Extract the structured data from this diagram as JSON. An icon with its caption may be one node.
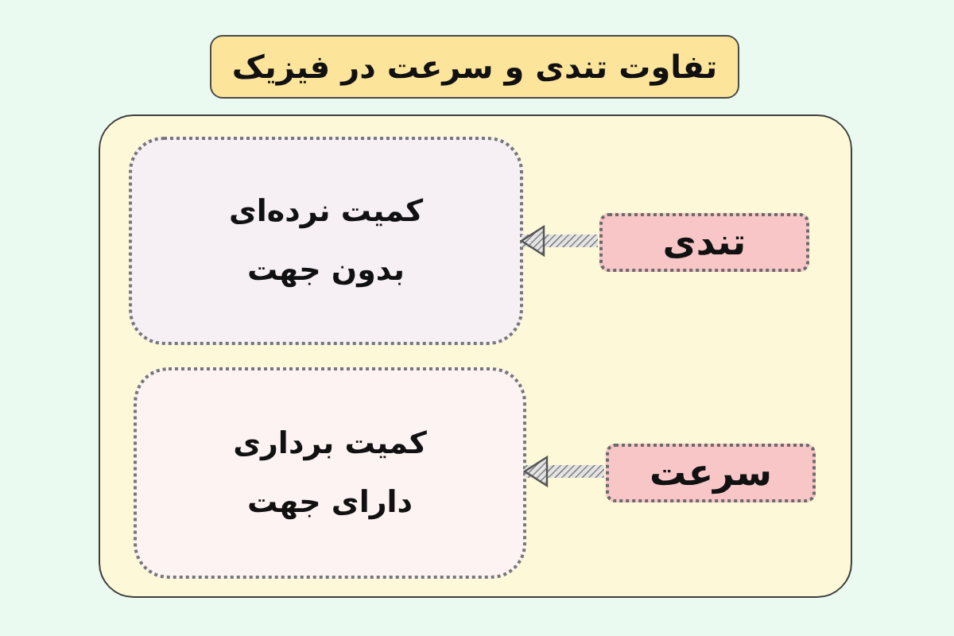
{
  "diagram": {
    "title": "تفاوت تندی و سرعت در فیزیک",
    "nodes": [
      {
        "text": [],
        "shape": "box"
      },
      {
        "text": [
          "تندی"
        ],
        "in": 0
      },
      {
        "text": [
          "کمیت نرده‌ای بدون جهت"
        ],
        "in": 0
      },
      {
        "text": [
          "سرعت"
        ],
        "in": 0
      },
      {
        "text": [
          "کمیت برداری دارای جهت"
        ],
        "in": 0
      }
    ],
    "edges": [
      {
        "from": 1,
        "to": 2,
        "arrow": "to"
      },
      {
        "from": 3,
        "to": 4,
        "arrow": "to"
      }
    ]
  }
}
